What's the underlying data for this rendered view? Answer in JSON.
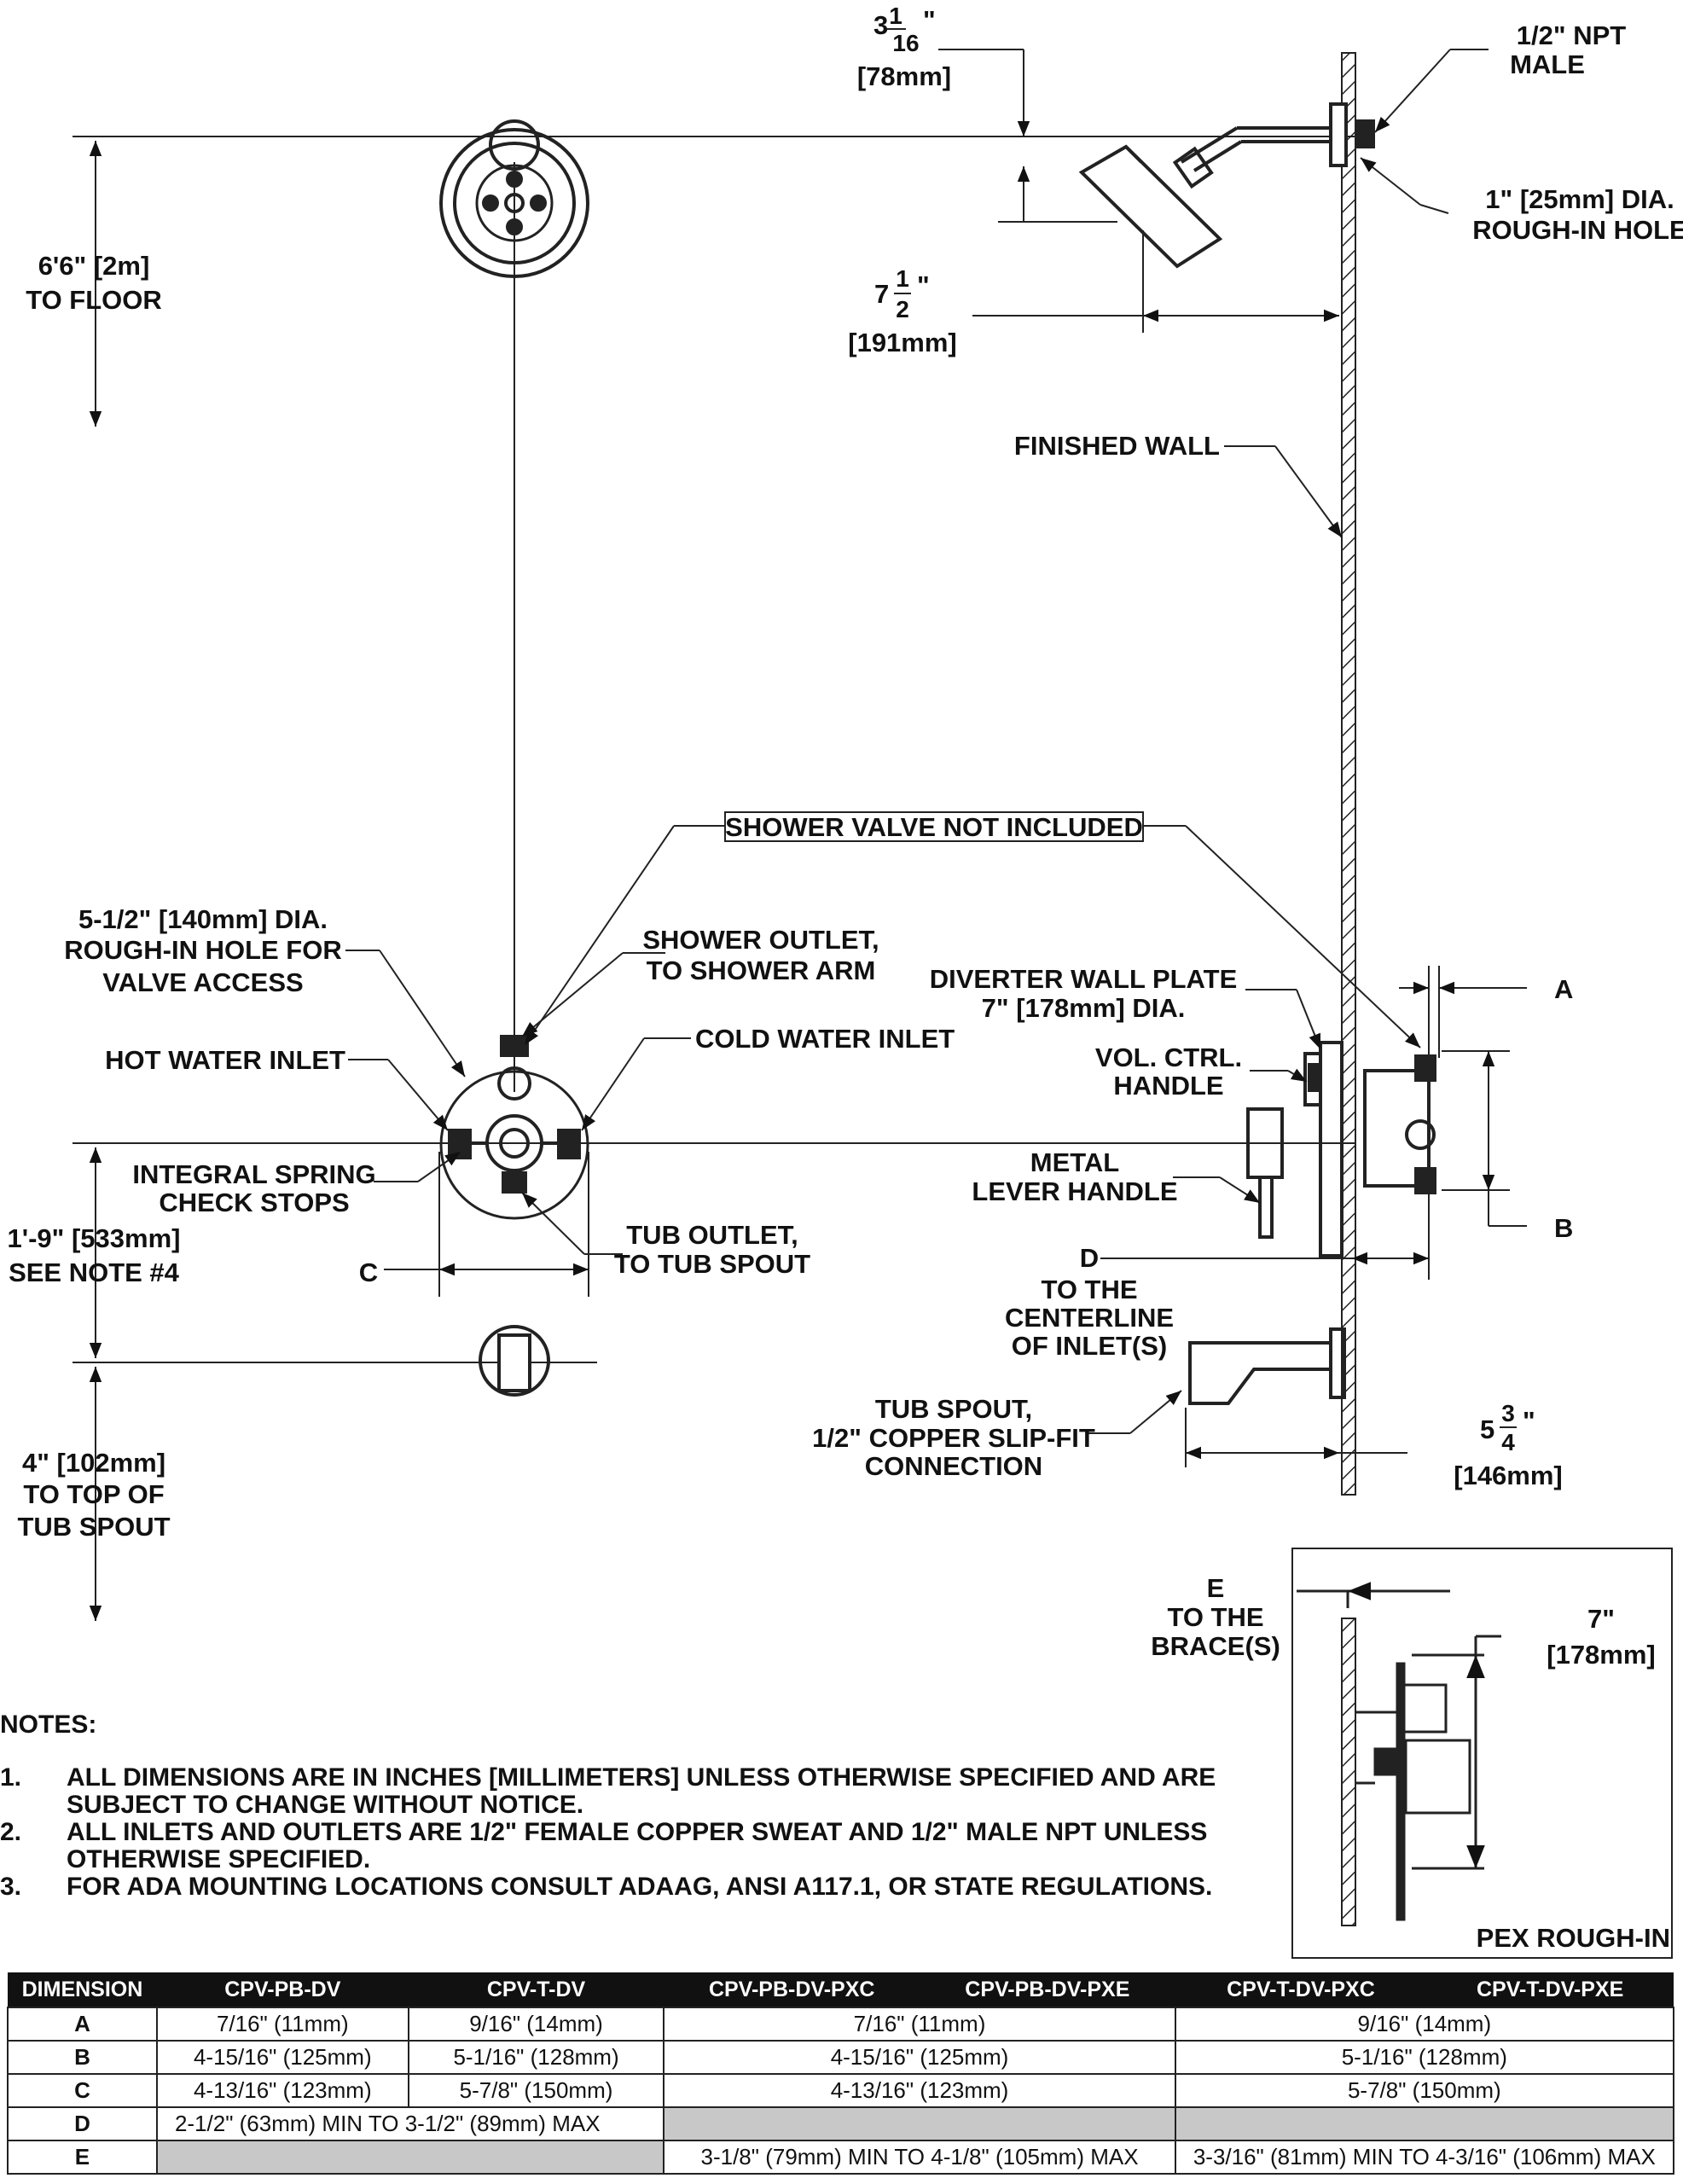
{
  "dimensions_top": {
    "arm_drop": {
      "whole": "3",
      "num": "1",
      "den": "16",
      "inch_mark": "\"",
      "mm": "[78mm]"
    },
    "arm_reach": {
      "whole": "7",
      "num": "1",
      "den": "2",
      "inch_mark": "\"",
      "mm": "[191mm]"
    },
    "head_height_1": "6'6\" [2m]",
    "head_height_2": "TO FLOOR",
    "spout_reach": {
      "whole": "5",
      "num": "3",
      "den": "4",
      "inch_mark": "\"",
      "mm": "[146mm]"
    }
  },
  "callouts": {
    "npt_1": "1/2\" NPT",
    "npt_2": "MALE",
    "rough_hole_1": "1\" [25mm] DIA.",
    "rough_hole_2": "ROUGH-IN HOLE",
    "finished_wall": "FINISHED WALL",
    "valve_not_included": "SHOWER VALVE NOT INCLUDED",
    "access_hole_1": "5-1/2\" [140mm] DIA.",
    "access_hole_2": "ROUGH-IN HOLE FOR",
    "access_hole_3": "VALVE ACCESS",
    "shower_outlet_1": "SHOWER OUTLET,",
    "shower_outlet_2": "TO SHOWER ARM",
    "hot_inlet": "HOT WATER INLET",
    "cold_inlet": "COLD WATER INLET",
    "check_stops_1": "INTEGRAL SPRING",
    "check_stops_2": "CHECK STOPS",
    "tub_outlet_1": "TUB OUTLET,",
    "tub_outlet_2": "TO TUB SPOUT",
    "valve_height_1": "1'-9\" [533mm]",
    "valve_height_2": "SEE NOTE #4",
    "dim_c": "C",
    "spout_height_1": "4\" [102mm]",
    "spout_height_2": "TO TOP OF",
    "spout_height_3": "TUB SPOUT",
    "wall_plate_1": "DIVERTER WALL PLATE",
    "wall_plate_2": "7\" [178mm] DIA.",
    "vol_handle_1": "VOL. CTRL.",
    "vol_handle_2": "HANDLE",
    "lever_1": "METAL",
    "lever_2": "LEVER HANDLE",
    "dim_a": "A",
    "dim_b": "B",
    "dim_d_1": "D",
    "dim_d_2": "TO THE",
    "dim_d_3": "CENTERLINE",
    "dim_d_4": "OF INLET(S)",
    "tub_spout_1": "TUB SPOUT,",
    "tub_spout_2": "1/2\" COPPER SLIP-FIT",
    "tub_spout_3": "CONNECTION"
  },
  "pex": {
    "dim_e_1": "E",
    "dim_e_2": "TO THE",
    "dim_e_3": "BRACE(S)",
    "height_1": "7\"",
    "height_2": "[178mm]",
    "title": "PEX ROUGH-IN"
  },
  "notes": {
    "heading": "NOTES:",
    "items": [
      {
        "num": "1.",
        "text": "ALL DIMENSIONS ARE IN INCHES [MILLIMETERS] UNLESS OTHERWISE SPECIFIED AND ARE SUBJECT TO CHANGE WITHOUT NOTICE."
      },
      {
        "num": "2.",
        "text": "ALL INLETS AND OUTLETS ARE 1/2\" FEMALE COPPER SWEAT AND 1/2\" MALE NPT UNLESS OTHERWISE SPECIFIED."
      },
      {
        "num": "3.",
        "text": "FOR ADA MOUNTING LOCATIONS CONSULT ADAAG, ANSI A117.1, OR STATE REGULATIONS."
      }
    ]
  },
  "table": {
    "headers": [
      "DIMENSION",
      "CPV-PB-DV",
      "CPV-T-DV",
      "CPV-PB-DV-PXC",
      "CPV-PB-DV-PXE",
      "CPV-T-DV-PXC",
      "CPV-T-DV-PXE"
    ],
    "rows": {
      "a": {
        "label": "A",
        "pb": "7/16\" (11mm)",
        "t": "9/16\" (14mm)",
        "pb_pex": "7/16\" (11mm)",
        "t_pex": "9/16\" (14mm)"
      },
      "b": {
        "label": "B",
        "pb": "4-15/16\" (125mm)",
        "t": "5-1/16\" (128mm)",
        "pb_pex": "4-15/16\" (125mm)",
        "t_pex": "5-1/16\" (128mm)"
      },
      "c": {
        "label": "C",
        "pb": "4-13/16\" (123mm)",
        "t": "5-7/8\" (150mm)",
        "pb_pex": "4-13/16\" (123mm)",
        "t_pex": "5-7/8\" (150mm)"
      },
      "d": {
        "label": "D",
        "std": "2-1/2\" (63mm) MIN TO 3-1/2\" (89mm) MAX"
      },
      "e": {
        "label": "E",
        "pb_pex": "3-1/8\" (79mm) MIN TO 4-1/8\" (105mm) MAX",
        "t_pex": "3-3/16\" (81mm) MIN TO 4-3/16\" (106mm) MAX"
      }
    }
  }
}
